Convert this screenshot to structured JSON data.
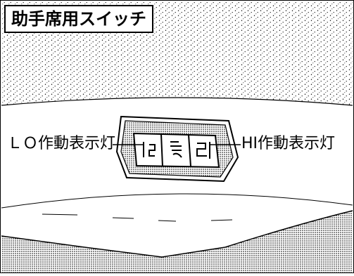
{
  "diagram": {
    "title": "助手席用スイッチ",
    "left_label": "ＬＯ作動表示灯",
    "right_label": "HI作動表示灯",
    "switch_icons": [
      "lo-indicator-icon",
      "defroster-icon",
      "hi-indicator-icon"
    ]
  }
}
